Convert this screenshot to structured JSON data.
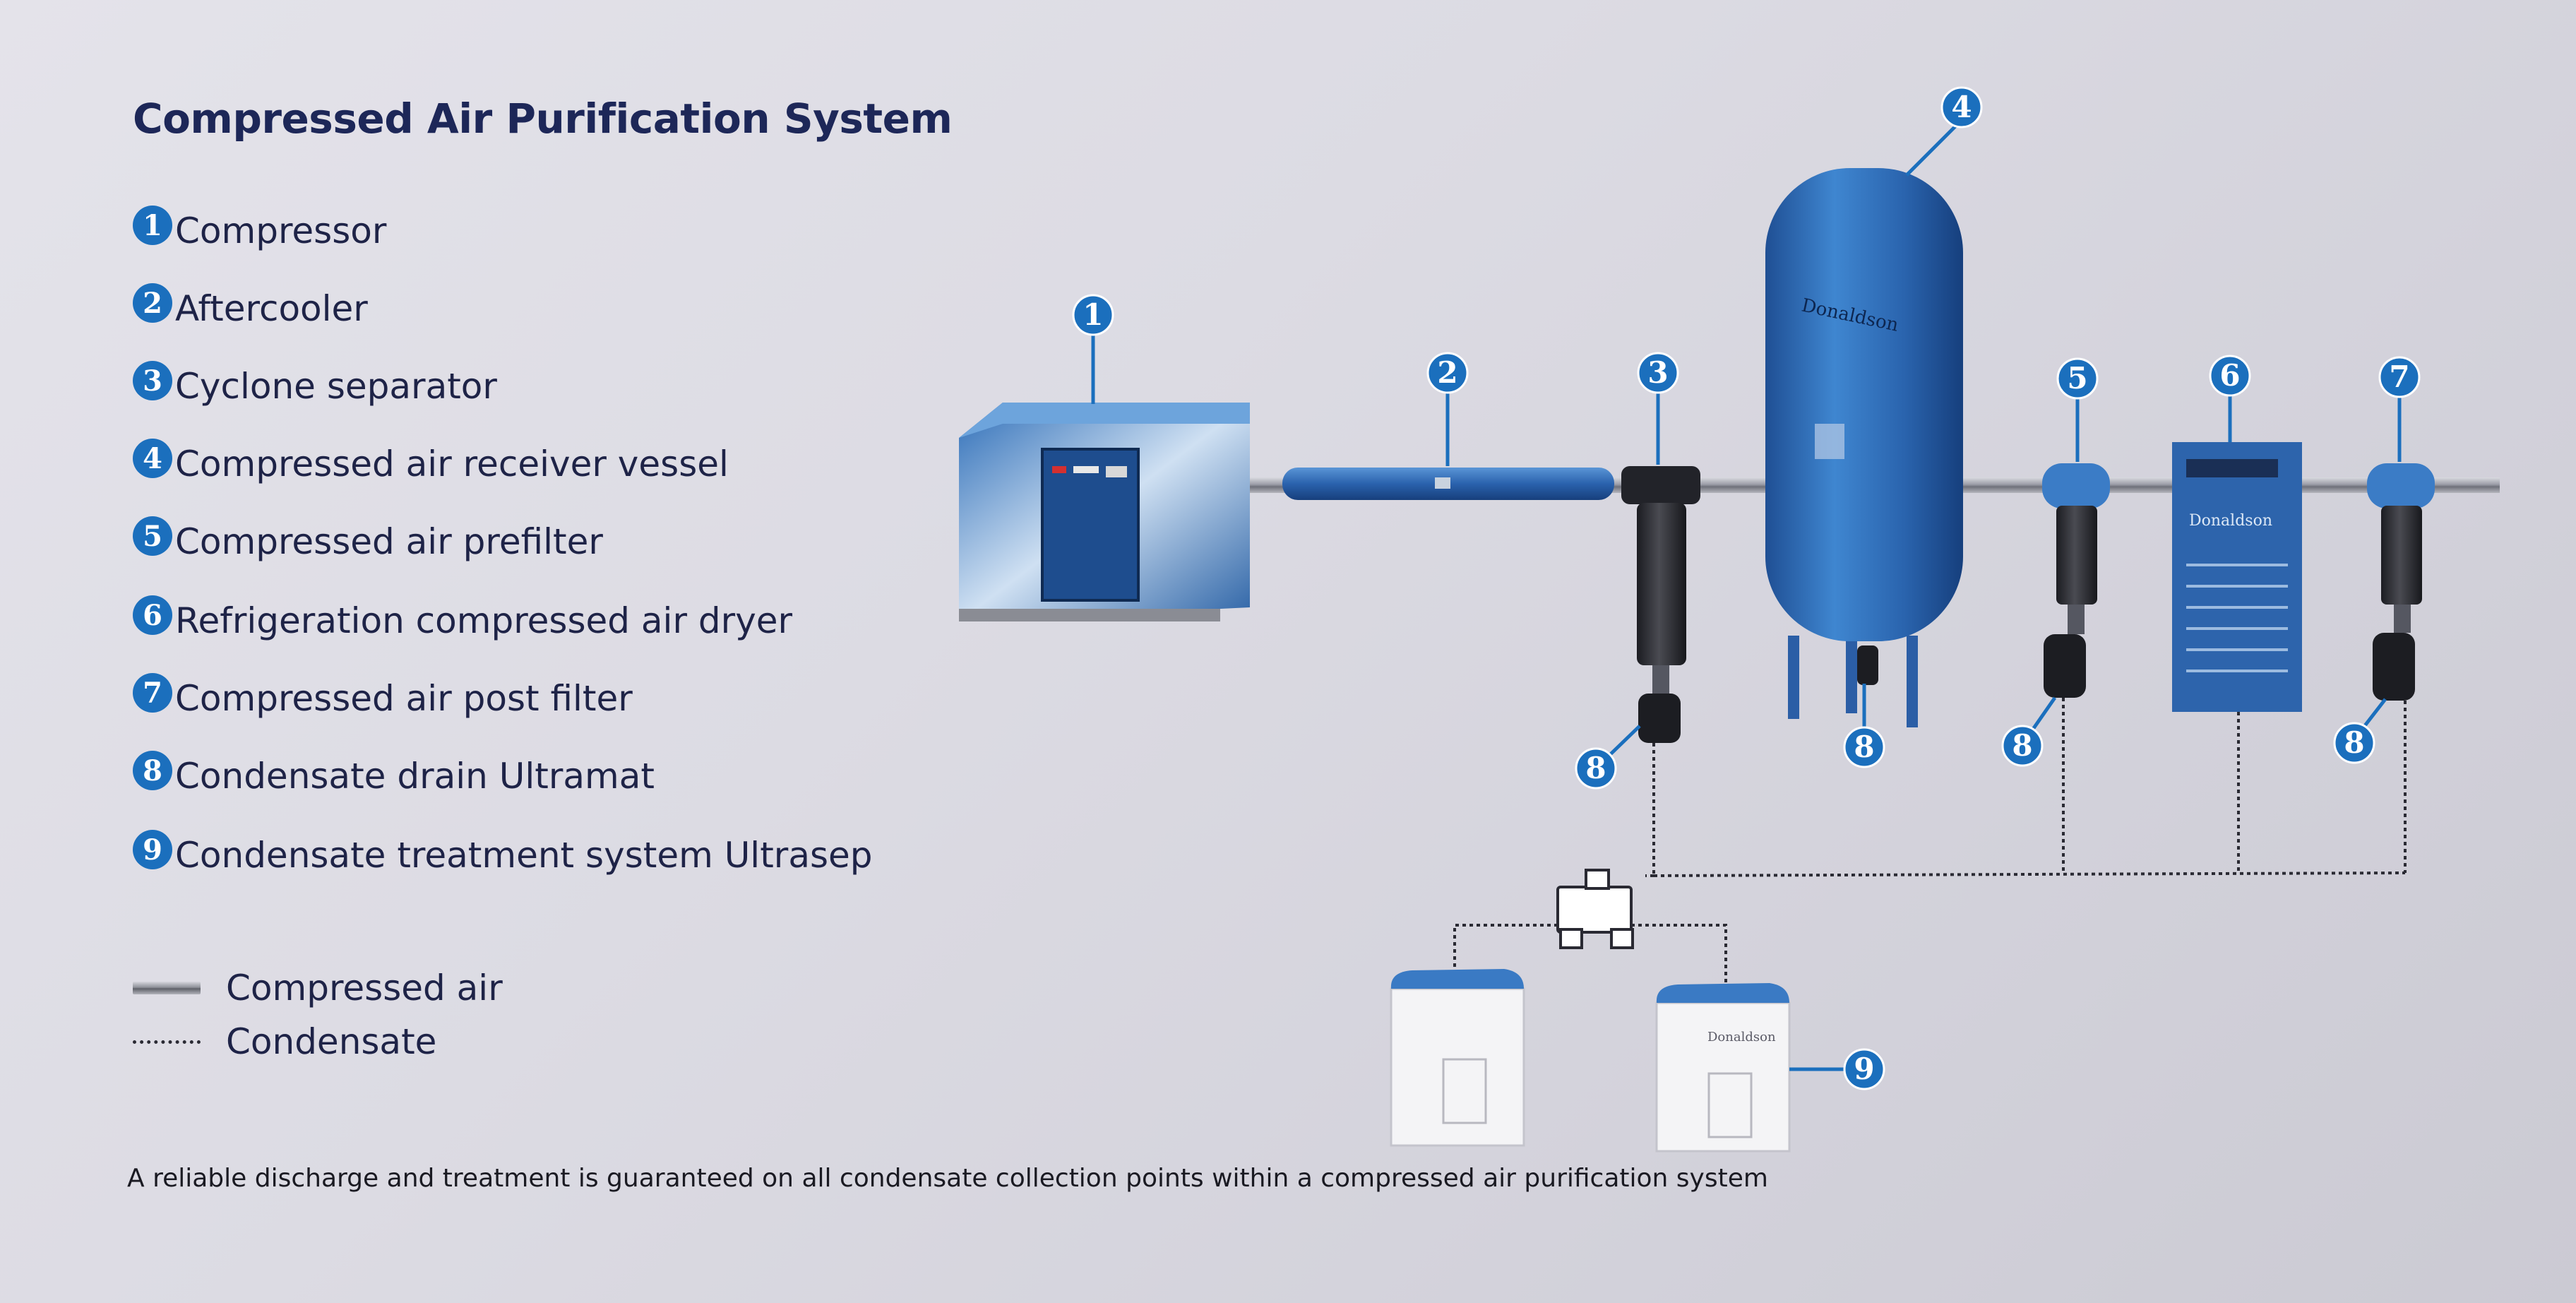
{
  "title": "Compressed Air Purification System",
  "legend": [
    {
      "num": "1",
      "label": "Compressor"
    },
    {
      "num": "2",
      "label": "Aftercooler"
    },
    {
      "num": "3",
      "label": "Cyclone separator"
    },
    {
      "num": "4",
      "label": "Compressed air receiver vessel"
    },
    {
      "num": "5",
      "label": "Compressed air prefilter"
    },
    {
      "num": "6",
      "label": "Refrigeration compressed air dryer"
    },
    {
      "num": "7",
      "label": "Compressed air post filter"
    },
    {
      "num": "8",
      "label": "Condensate drain Ultramat"
    },
    {
      "num": "9",
      "label": "Condensate treatment system Ultrasep"
    }
  ],
  "line_key": {
    "air": "Compressed air",
    "condensate": "Condensate"
  },
  "callouts": [
    "1",
    "2",
    "3",
    "4",
    "5",
    "6",
    "7",
    "8",
    "9"
  ],
  "brand_text": "Donaldson",
  "footnote": "A reliable discharge and treatment is guaranteed on all condensate collection points within a compressed air purification system",
  "colors": {
    "callout": "#1b6fbd",
    "equipment_blue": "#2c6bb5",
    "title": "#1d2758",
    "pipe": "#9a9ca6"
  }
}
